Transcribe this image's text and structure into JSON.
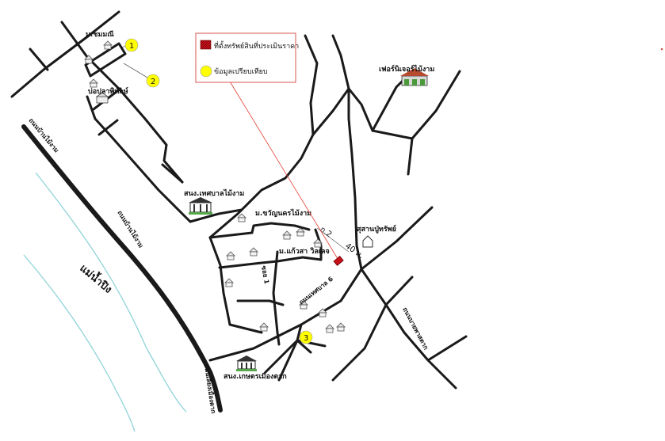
{
  "legend": {
    "subject_label": "ที่ตั้งทรัพย์สินที่ประเมินราคา",
    "comparable_label": "ข้อมูลเปรียบเทียบ",
    "subject_color": "#c8101a",
    "comparable_color": "#ffff00"
  },
  "comparables": [
    {
      "number": "1"
    },
    {
      "number": "2"
    },
    {
      "number": "3"
    }
  ],
  "places": {
    "chommani": "ม.ชมมณี",
    "fish_pond": "บ่อปลาพิทักษ์",
    "municipal_office": "สนง.เทศบาลไม้งาม",
    "charoen_nakhon": "ม.ขวัญนครไม้งาม",
    "kaew_sa": "ม.แก้วสา วิลเลจ",
    "cemetery": "สุสานปู่ทรัพย์",
    "furniture_shop": "เฟอร์นิเจอร์ไม้งาม",
    "agri_office": "สนง.เกษตรเมืองตาก"
  },
  "roads": {
    "ban_mai_ngam_top": "ถนนบ้านไม้งาม",
    "ban_mai_ngam": "ถนนบ้านไม้งาม",
    "soi_1": "ซอย 1",
    "municipal_6": "ถนนเทศบาล 6",
    "bypass": "ถนนเลี่ยงเมืองตาก",
    "asia": "ถนนบายพาสตาก"
  },
  "river": "แม่น้ำปิง",
  "distances": {
    "d1": "ก.2",
    "d2": "40 ม."
  }
}
